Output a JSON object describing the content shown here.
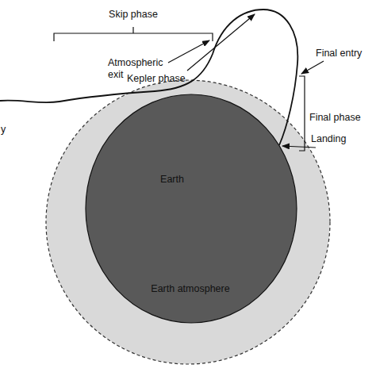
{
  "diagram": {
    "nodes": [
      {
        "text": [
          "Earth atmosphere"
        ]
      },
      {
        "text": [
          "Earth"
        ],
        "in": 0
      }
    ],
    "labels": [
      "Skip phase",
      "Atmospheric exit",
      "Kepler phase",
      "Final entry",
      "Final phase",
      "Landing",
      "y"
    ]
  }
}
